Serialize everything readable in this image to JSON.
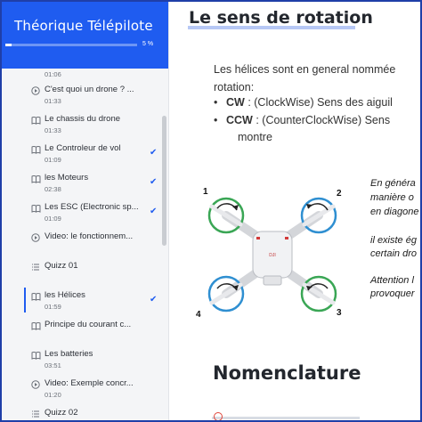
{
  "sidebar": {
    "title": "Théorique Télépilote",
    "progress": {
      "percent": 5,
      "label": "5 %"
    },
    "first_duration": "01:06",
    "lessons": [
      {
        "title": "C'est quoi un drone ? ...",
        "duration": "01:33",
        "type": "video",
        "done": false
      },
      {
        "title": "Le chassis du drone",
        "duration": "01:33",
        "type": "book",
        "done": false
      },
      {
        "title": "Le Controleur de vol",
        "duration": "01:09",
        "type": "book",
        "done": true
      },
      {
        "title": "les Moteurs",
        "duration": "02:38",
        "type": "book",
        "done": true
      },
      {
        "title": "Les ESC (Electronic sp...",
        "duration": "01:09",
        "type": "book",
        "done": true
      },
      {
        "title": "Video: le fonctionnem...",
        "duration": "",
        "type": "video",
        "done": false
      },
      {
        "title": "Quizz 01",
        "duration": "",
        "type": "quiz",
        "done": false
      },
      {
        "title": "les Hélices",
        "duration": "01:59",
        "type": "book",
        "done": true,
        "active": true
      },
      {
        "title": "Principe du courant c...",
        "duration": "",
        "type": "book",
        "done": false
      },
      {
        "title": "Les batteries",
        "duration": "03:51",
        "type": "book",
        "done": false
      },
      {
        "title": "Video: Exemple concr...",
        "duration": "01:20",
        "type": "video",
        "done": false
      },
      {
        "title": "Quizz 02",
        "duration": "",
        "type": "quiz",
        "done": false
      }
    ]
  },
  "main": {
    "heading": "Le sens de rotation",
    "intro_line1": "Les hélices sont en general nommée",
    "intro_line2": "rotation:",
    "bullet_cw_abbr": "CW",
    "bullet_cw_text": ": (ClockWise) Sens des aiguil",
    "bullet_ccw_abbr": "CCW",
    "bullet_ccw_text": ": (CounterClockWise) Sens",
    "bullet_ccw_cont": "montre",
    "notes": [
      "En généra",
      "manière o",
      "en diagone",
      "il existe ég",
      "certain dro",
      "Attention l",
      "provoquer"
    ],
    "drone_numbers": [
      "1",
      "2",
      "3",
      "4"
    ],
    "drone_brand": "DJI",
    "subheading": "Nomenclature"
  },
  "colors": {
    "accent": "#1f5cf0",
    "green_ring": "#3aa655",
    "blue_ring": "#2f8fd1"
  }
}
